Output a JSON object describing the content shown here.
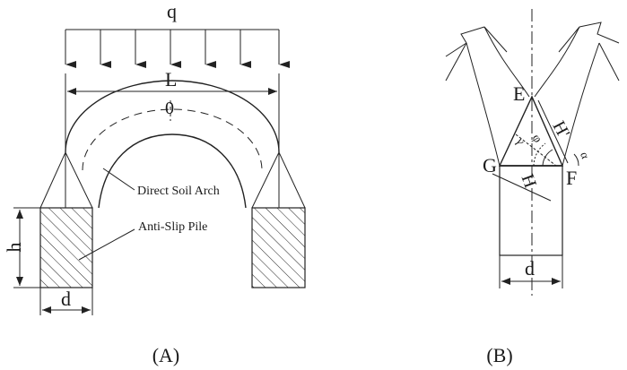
{
  "panel_a": {
    "caption": "(A)",
    "load_label": "q",
    "span_label": "L",
    "center_label": "0",
    "height_label": "h",
    "width_label": "d",
    "arch_label": "Direct Soil Arch",
    "pile_label": "Anti-Slip Pile"
  },
  "panel_b": {
    "caption": "(B)",
    "point_e": "E",
    "point_g": "G",
    "point_f": "F",
    "width_label": "d",
    "len_h": "H",
    "len_h_prime": "H'",
    "angle_gamma": "γ",
    "angle_phi": "φ",
    "angle_alpha": "α"
  }
}
